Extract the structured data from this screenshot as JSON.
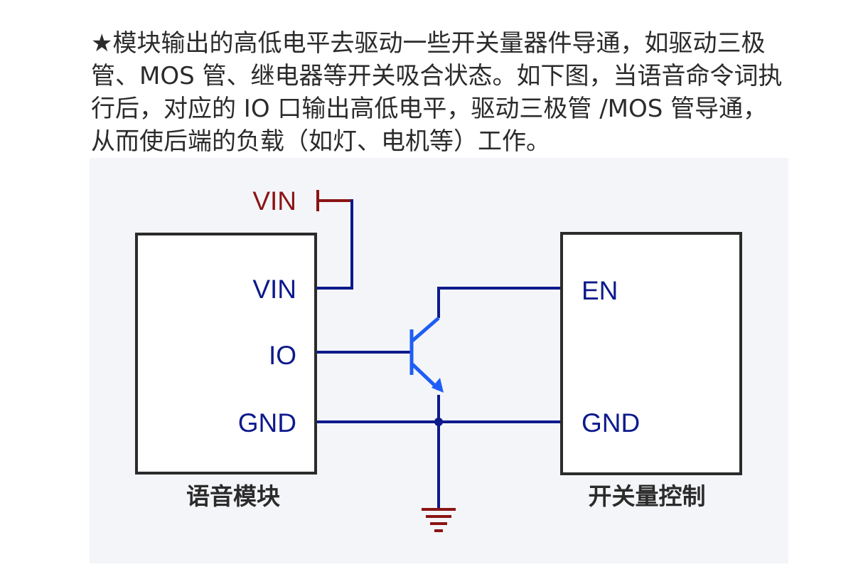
{
  "description": {
    "text": "★模块输出的高低电平去驱动一些开关量器件导通，如驱动三极管、MOS 管、继电器等开关吸合状态。如下图，当语音命令词执行后，对应的 IO 口输出高低电平，驱动三极管 /MOS 管导通，从而使后端的负载（如灯、电机等）工作。"
  },
  "diagram": {
    "vin_supply_label": "VIN",
    "left_block": {
      "caption": "语音模块",
      "pins": {
        "vin": "VIN",
        "io": "IO",
        "gnd": "GND"
      }
    },
    "right_block": {
      "caption": "开关量控制",
      "pins": {
        "en": "EN",
        "gnd": "GND"
      }
    },
    "colors": {
      "wire": "#0d1a8c",
      "transistor": "#1f5ef5",
      "power": "#8b1414",
      "box": "#2b2b2b",
      "label": "#0d1a8c"
    }
  }
}
